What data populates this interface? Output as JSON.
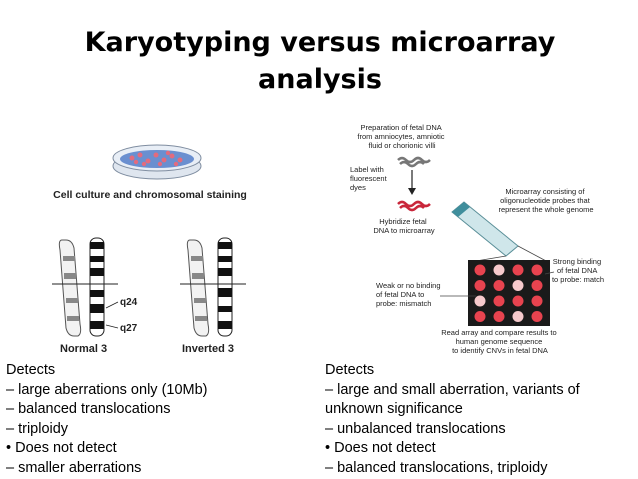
{
  "slide": {
    "title_line1": "Karyotyping versus microarray",
    "title_line2": "analysis"
  },
  "karyotype_figure": {
    "caption": "Cell culture and chromosomal staining",
    "band_label_top": "q24",
    "band_label_bottom": "q27",
    "label_normal": "Normal 3",
    "label_inverted": "Inverted 3"
  },
  "microarray_figure": {
    "step_prep_lines": [
      "Preparation of fetal DNA",
      "from amniocytes, amniotic",
      "fluid or chorionic villi"
    ],
    "step_label_lines": [
      "Label with",
      "fluorescent",
      "dyes"
    ],
    "step_hybridize_lines": [
      "Hybridize fetal",
      "DNA to microarray"
    ],
    "microarray_desc_lines": [
      "Microarray consisting of",
      "oligonucleotide probes that",
      "represent the whole genome"
    ],
    "strong_binding_lines": [
      "Strong binding",
      "of fetal DNA",
      "to probe: match"
    ],
    "weak_binding_lines": [
      "Weak or no binding",
      "of fetal DNA to",
      "probe: mismatch"
    ],
    "read_array_lines": [
      "Read array and compare results to",
      "human genome sequence",
      "to identify CNVs in fetal DNA"
    ]
  },
  "left_text": {
    "lines": [
      "Detects",
      "– large aberrations only (10Mb)",
      "– balanced translocations",
      "– triploidy",
      "• Does not detect",
      "– smaller aberrations"
    ]
  },
  "right_text": {
    "lines": [
      "Detects",
      "– large and small aberration, variants of",
      "unknown significance",
      "– unbalanced translocations",
      "• Does not detect",
      "– balanced translocations, triploidy"
    ]
  }
}
